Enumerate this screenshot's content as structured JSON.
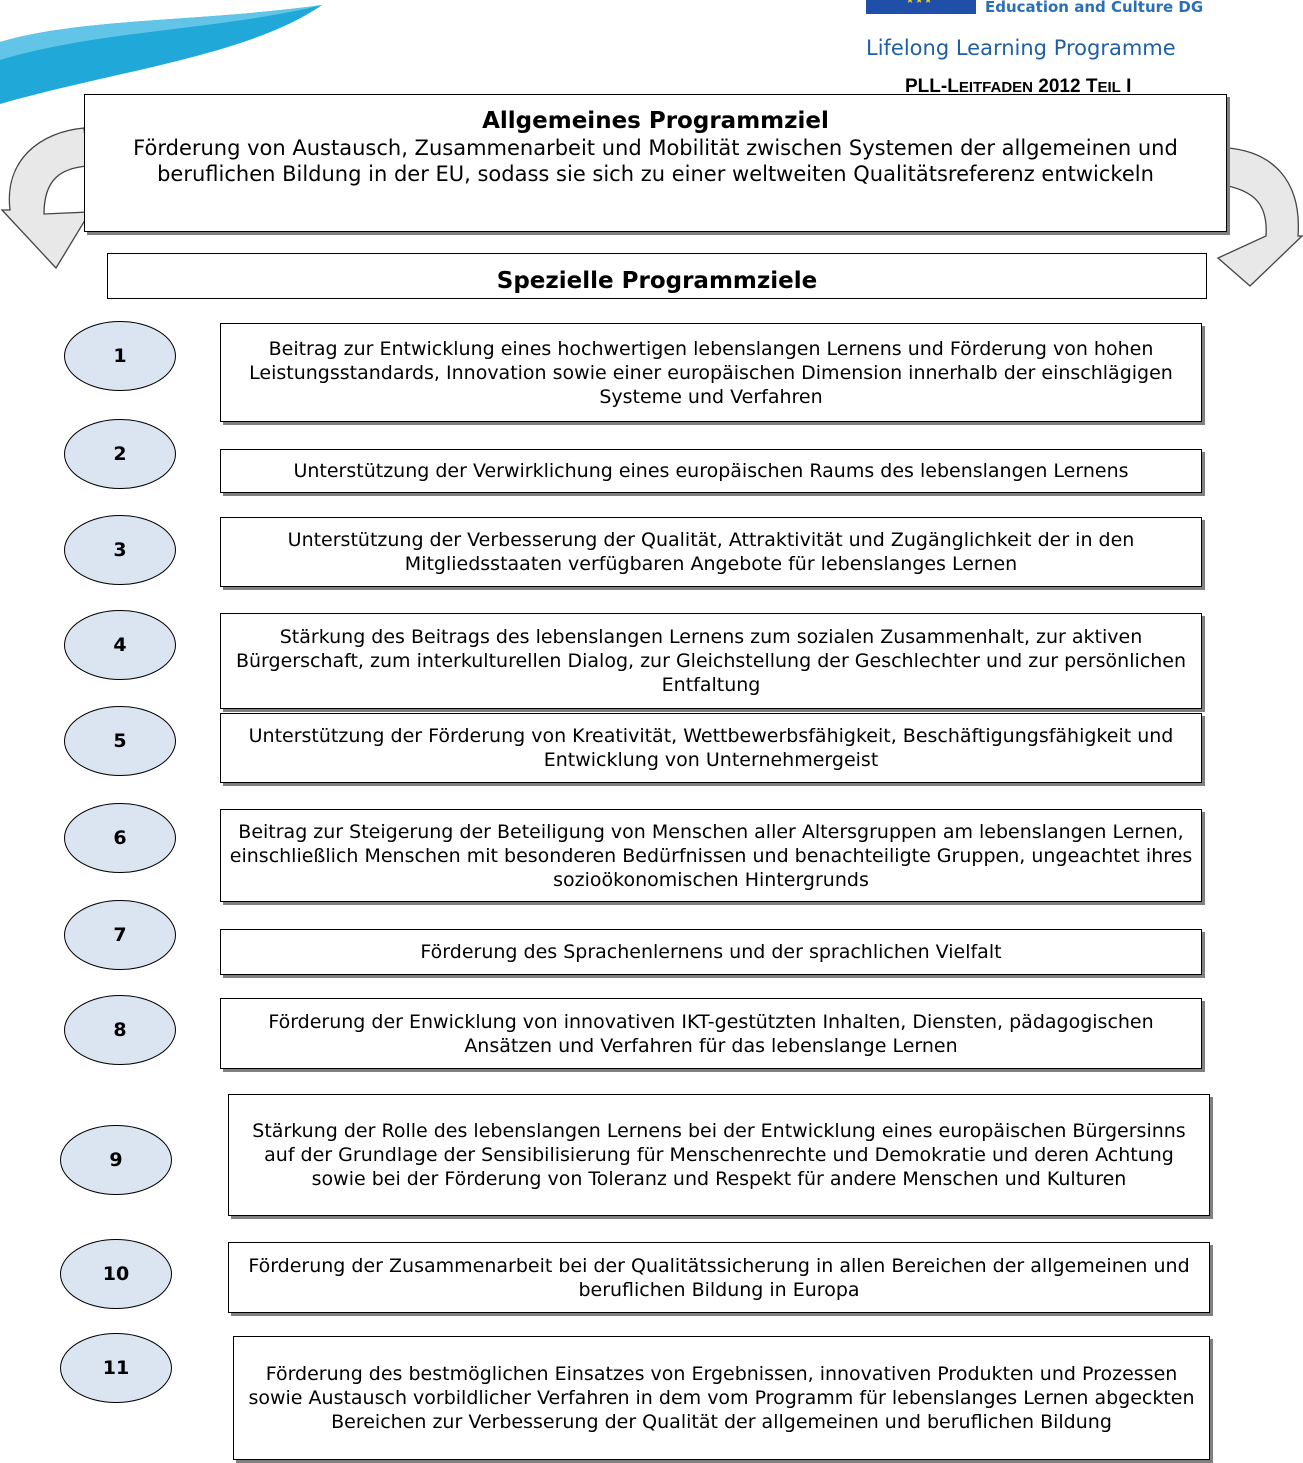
{
  "header": {
    "dg_text": "Education and Culture DG",
    "programme_text": "Lifelong Learning Programme",
    "guide_label_parts": [
      "PLL-L",
      "EITFADEN",
      " 2012 T",
      "EIL",
      " I"
    ],
    "colors": {
      "logo_wave": "#1fa8d8",
      "eu_flag": "#1f4fa8",
      "text_blue": "#2a6eb5"
    }
  },
  "general_goal": {
    "title": "Allgemeines Programmziel",
    "text": "Förderung von Austausch, Zusammenarbeit und Mobilität zwischen Systemen der allgemeinen und beruflichen Bildung in der EU, sodass sie sich zu einer weltweiten Qualitätsreferenz entwickeln"
  },
  "specific_goals": {
    "title": "Spezielle Programmziele",
    "items": [
      {
        "number": "1",
        "text": "Beitrag zur Entwicklung eines hochwertigen lebenslangen Lernens und Förderung von hohen Leistungsstandards, Innovation sowie einer europäischen Dimension innerhalb der einschlägigen Systeme und Verfahren"
      },
      {
        "number": "2",
        "text": "Unterstützung der Verwirklichung eines europäischen Raums des lebenslangen Lernens"
      },
      {
        "number": "3",
        "text": "Unterstützung der Verbesserung der Qualität, Attraktivität und Zugänglichkeit der in den Mitgliedsstaaten verfügbaren Angebote für lebenslanges Lernen"
      },
      {
        "number": "4",
        "text": "Stärkung des Beitrags des lebenslangen Lernens zum sozialen Zusammenhalt, zur aktiven Bürgerschaft, zum interkulturellen Dialog, zur Gleichstellung der Geschlechter und zur persönlichen Entfaltung"
      },
      {
        "number": "5",
        "text": "Unterstützung der Förderung von Kreativität, Wettbewerbsfähigkeit, Beschäftigungsfähigkeit und Entwicklung von Unternehmergeist"
      },
      {
        "number": "6",
        "text": "Beitrag zur Steigerung der Beteiligung von Menschen aller Altersgruppen am lebenslangen Lernen, einschließlich Menschen mit besonderen Bedürfnissen und benachteiligte Gruppen, ungeachtet ihres sozioökonomischen Hintergrunds"
      },
      {
        "number": "7",
        "text": "Förderung des Sprachenlernens und der sprachlichen Vielfalt"
      },
      {
        "number": "8",
        "text": "Förderung der Enwicklung von innovativen IKT-gestützten Inhalten, Diensten, pädagogischen Ansätzen und Verfahren für das lebenslange Lernen"
      },
      {
        "number": "9",
        "text": "Stärkung der Rolle des lebenslangen Lernens bei der Entwicklung eines europäischen Bürgersinns auf der Grundlage der Sensibilisierung für Menschenrechte und Demokratie und deren Achtung sowie bei der Förderung von Toleranz und Respekt für andere Menschen und Kulturen"
      },
      {
        "number": "10",
        "text": "Förderung der Zusammenarbeit bei der Qualitätssicherung in allen Bereichen der allgemeinen und beruflichen Bildung in Europa"
      },
      {
        "number": "11",
        "text": "Förderung des bestmöglichen Einsatzes von Ergebnissen, innovativen Produkten und Prozessen sowie Austausch vorbildlicher Verfahren in dem vom Programm für lebenslanges Lernen abgeckten Bereichen zur Verbesserung der Qualität der allgemeinen und beruflichen Bildung"
      }
    ]
  }
}
